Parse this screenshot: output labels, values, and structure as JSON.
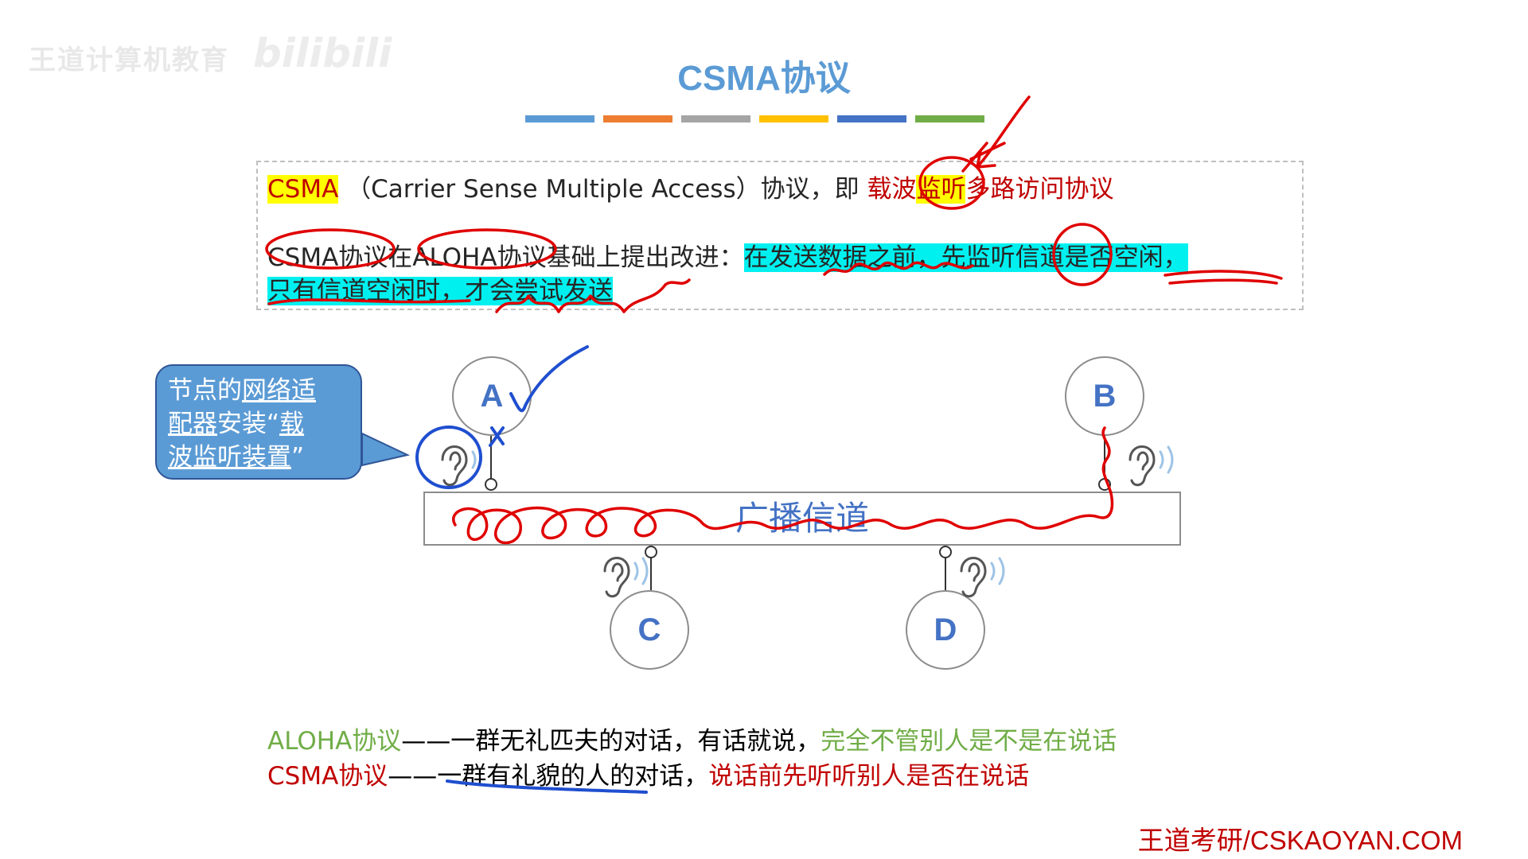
{
  "watermark": {
    "logo_text": "王道计算机教育",
    "site_text": "bilibili"
  },
  "slide": {
    "title": "CSMA协议"
  },
  "definition": {
    "acronym": "CSMA",
    "expansion": "（Carrier Sense Multiple Access）协议，即",
    "cn_name_pre": "载波",
    "cn_name_hl": "监听",
    "cn_name_post": "多路访问协议",
    "line2_lead": "CSMA协议在ALOHA协议基础上提出改进：",
    "line2_hl": "在发送数据之前，先监听信道是否空闲，",
    "line3_hl": "只有信道空闲时，才会尝试发送"
  },
  "callout": {
    "part1": "节点的",
    "part2": "网络适",
    "part3": "配器",
    "part4": "安装“",
    "part5": "载",
    "part6": "波监听装置",
    "part7": "”"
  },
  "diagram": {
    "channel_label": "广播信道",
    "nodes": [
      "A",
      "B",
      "C",
      "D"
    ]
  },
  "comparison": {
    "aloha_name": "ALOHA协议",
    "aloha_dash": "——",
    "aloha_desc": "一群无礼匹夫的对话，有话就说，",
    "aloha_hl": "完全不管别人是不是在说话",
    "csma_name": "CSMA协议",
    "csma_dash": "——",
    "csma_desc": "一群有礼貌的人的对话，",
    "csma_hl": "说话前先听听别人是否在说话"
  },
  "footer": {
    "credit": "王道考研/CSKAOYAN.COM"
  },
  "colors": {
    "title_blue": "#5b9bd5",
    "bar_colors": [
      "#5b9bd5",
      "#ed7d31",
      "#a5a5a5",
      "#ffc000",
      "#4472c4",
      "#70ad47"
    ],
    "annotation_red": "#e00000",
    "annotation_blue": "#1f4ecf"
  }
}
